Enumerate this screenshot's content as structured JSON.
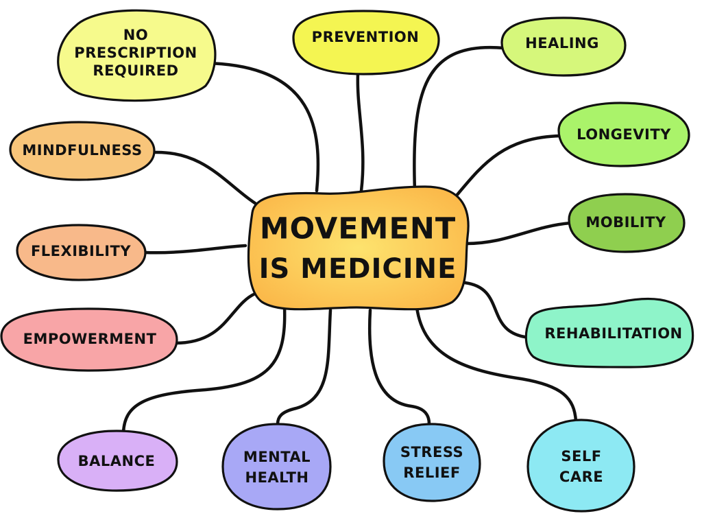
{
  "center": {
    "lines": [
      "MOVEMENT",
      "IS MEDICINE"
    ],
    "color": "#fbb94a",
    "color_light": "#fde36e"
  },
  "nodes": [
    {
      "id": "no-prescription-required",
      "lines": [
        "NO",
        "PRESCRIPTION",
        "REQUIRED"
      ],
      "color": "#f6fa8c"
    },
    {
      "id": "prevention",
      "lines": [
        "PREVENTION"
      ],
      "color": "#f4f552"
    },
    {
      "id": "healing",
      "lines": [
        "HEALING"
      ],
      "color": "#d6f77b"
    },
    {
      "id": "longevity",
      "lines": [
        "LONGEVITY"
      ],
      "color": "#aaf36a"
    },
    {
      "id": "mobility",
      "lines": [
        "MOBILITY"
      ],
      "color": "#8fcf4f"
    },
    {
      "id": "rehabilitation",
      "lines": [
        "REHABILITATION"
      ],
      "color": "#8ef4c9"
    },
    {
      "id": "self-care",
      "lines": [
        "SELF",
        "CARE"
      ],
      "color": "#8de9f3"
    },
    {
      "id": "stress-relief",
      "lines": [
        "STRESS",
        "RELIEF"
      ],
      "color": "#88c9f4"
    },
    {
      "id": "mental-health",
      "lines": [
        "MENTAL",
        "HEALTH"
      ],
      "color": "#a8a8f6"
    },
    {
      "id": "balance",
      "lines": [
        "BALANCE"
      ],
      "color": "#d9b0f7"
    },
    {
      "id": "empowerment",
      "lines": [
        "EMPOWERMENT"
      ],
      "color": "#f8a5a7"
    },
    {
      "id": "flexibility",
      "lines": [
        "FLEXIBILITY"
      ],
      "color": "#f8b98a"
    },
    {
      "id": "mindfulness",
      "lines": [
        "MINDFULNESS"
      ],
      "color": "#f8c57a"
    }
  ],
  "line_color": "#111111"
}
